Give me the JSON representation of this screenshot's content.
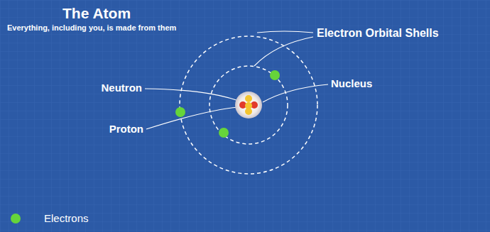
{
  "diagram": {
    "title": "The Atom",
    "labels": [
      "Everything, including you, is made from them",
      "Electron Orbital Shells",
      "Neutron",
      "Nucleus",
      "Proton"
    ],
    "legend": [
      {
        "text": "Electrons",
        "color": "#66d43a"
      }
    ]
  }
}
